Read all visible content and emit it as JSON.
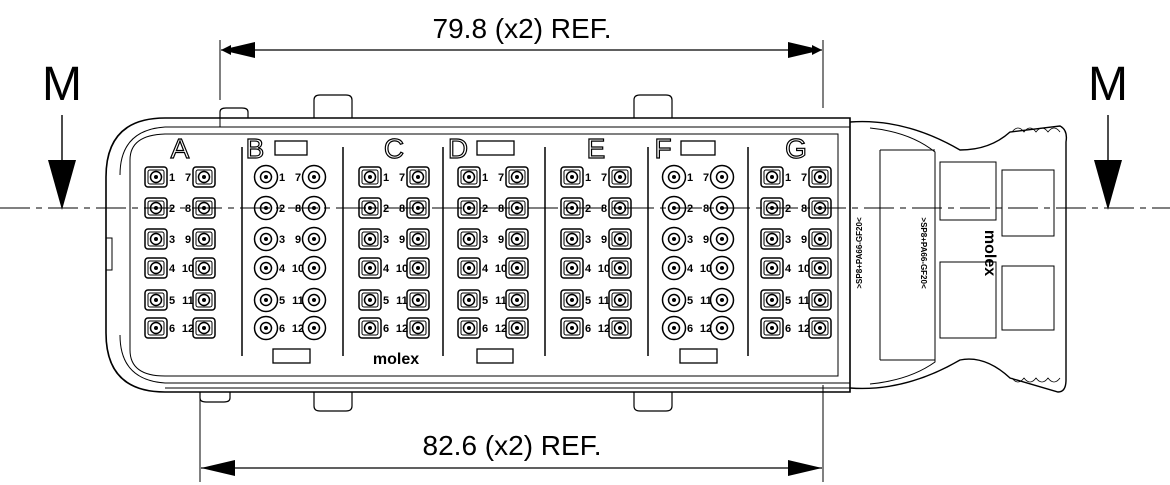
{
  "dimensions": {
    "top": "79.8 (x2) REF.",
    "bottom": "82.6 (x2) REF."
  },
  "section_marker": "M",
  "columns": [
    {
      "letter": "A",
      "style": "bracket"
    },
    {
      "letter": "B",
      "style": "round"
    },
    {
      "letter": "C",
      "style": "bracket"
    },
    {
      "letter": "D",
      "style": "bracket"
    },
    {
      "letter": "E",
      "style": "bracket"
    },
    {
      "letter": "F",
      "style": "round"
    },
    {
      "letter": "G",
      "style": "bracket"
    }
  ],
  "pin_numbers": {
    "left": [
      "1",
      "2",
      "3",
      "4",
      "5",
      "6"
    ],
    "right": [
      "7",
      "8",
      "9",
      "10",
      "11",
      "12"
    ]
  },
  "brand": "molex",
  "material_marking": ">SP8+PA66-GF20<"
}
